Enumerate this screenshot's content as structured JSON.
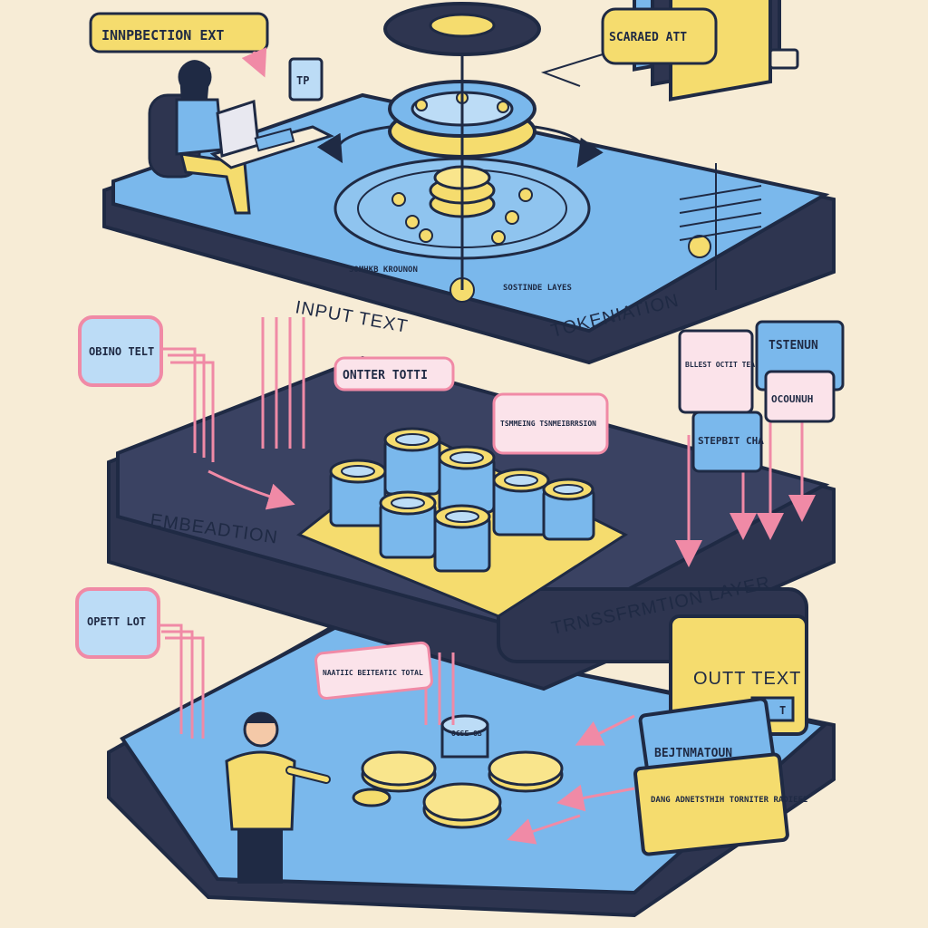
{
  "labels": {
    "inspection_text": "INNPBECTION EXT",
    "scared_att": "SCARAED ATT",
    "tip_tag": "TP",
    "input_text": "INPUT TEXT",
    "tokenization": "TOKENIATION",
    "top_caption_left": "SOMHKB KROUNON",
    "top_caption_right": "SOSTINDE LAYES",
    "obino_text": "OBINO TELT",
    "ontter_totti": "ONTTER TOTTI",
    "tsmmeing": "TSMMEING TSNMEIBRRSION",
    "bleest_text": "BLLEST OCTIT TEAT",
    "tstenun": "TSTENUN",
    "ocounuh": "OCOUNUH",
    "stepbit": "STEPBIT CHA",
    "embeadtion": "EMBEADTION",
    "transformation_layer": "TRNSSFRMTION   LAYER",
    "opett_lot": "OPETT LOT",
    "nattic": "NAATIIC BEITEATIC TOTAL",
    "outt_text": "OUTT TEXT",
    "t_tag": "T",
    "bejtnmatoun": "BEJTNMATOUN",
    "dang_box": "DANG ADNETSTHIH TORNITER RAOIEEE",
    "token_small": "OCSE OB"
  },
  "colors": {
    "background": "#f7ecd6",
    "platform_blue": "#7ab8ec",
    "platform_dark": "#2e3550",
    "accent_yellow": "#f5dc6e",
    "accent_pink": "#f4a8bc",
    "outline": "#1f2a44"
  }
}
